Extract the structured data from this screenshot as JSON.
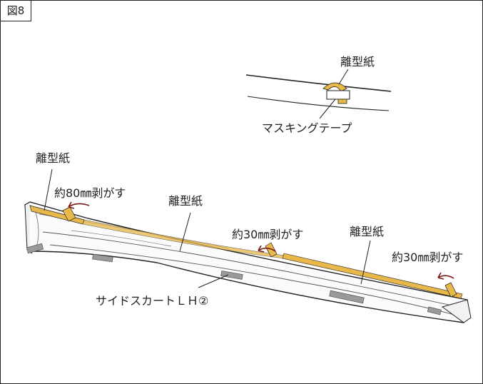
{
  "figure": {
    "label": "図8"
  },
  "labels": {
    "release_paper": "離型紙",
    "masking_tape": "マスキングテープ",
    "peel_80": "約80㎜剥がす",
    "peel_30": "約30㎜剥がす",
    "part_name": "サイドスカートＬＨ②"
  },
  "colors": {
    "release_paper": "#e8b84a",
    "line": "#222222",
    "arrow": "#7a1a12",
    "bracket": "#9a9a9a"
  }
}
